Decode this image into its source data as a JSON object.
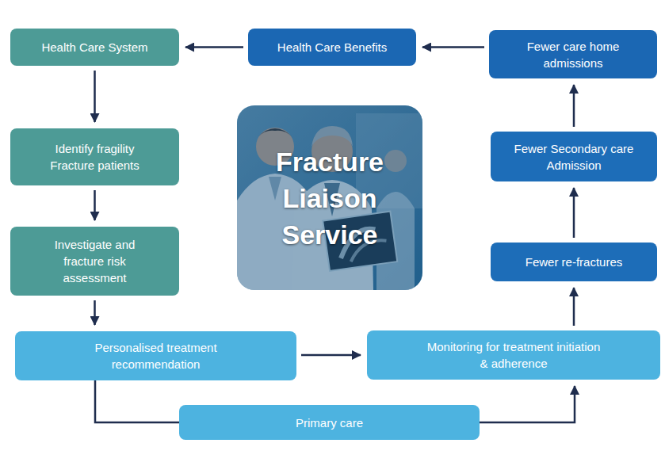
{
  "diagram": {
    "nodes": [
      {
        "text": [
          "Health Care System"
        ]
      },
      {
        "text": [
          "Health Care Benefits"
        ]
      },
      {
        "text": [
          "Fewer care home admissions"
        ]
      },
      {
        "text": [
          "Identify fragility Fracture patients"
        ]
      },
      {
        "text": [
          "Fracture Liaison Service"
        ]
      },
      {
        "text": [
          "Fewer Secondary care Admission"
        ]
      },
      {
        "text": [
          "Investigate and fracture risk assessment"
        ]
      },
      {
        "text": [
          "Fewer re-fractures"
        ]
      },
      {
        "text": [
          "Personalised treatment recommendation"
        ]
      },
      {
        "text": [
          "Monitoring for treatment initiation & adherence"
        ]
      },
      {
        "text": [
          "Primary care"
        ]
      }
    ],
    "edges": [
      {
        "from": 1,
        "to": 0,
        "arrow": "to"
      },
      {
        "from": 2,
        "to": 1,
        "arrow": "to"
      },
      {
        "from": 0,
        "to": 3,
        "arrow": "to"
      },
      {
        "from": 3,
        "to": 6,
        "arrow": "to"
      },
      {
        "from": 6,
        "to": 8,
        "arrow": "to"
      },
      {
        "from": 8,
        "to": 9,
        "arrow": "to"
      },
      {
        "from": 8,
        "to": 10,
        "arrow": "none"
      },
      {
        "from": 10,
        "to": 9,
        "arrow": "to"
      },
      {
        "from": 9,
        "to": 7,
        "arrow": "to"
      },
      {
        "from": 7,
        "to": 5,
        "arrow": "to"
      },
      {
        "from": 5,
        "to": 2,
        "arrow": "to"
      }
    ]
  }
}
